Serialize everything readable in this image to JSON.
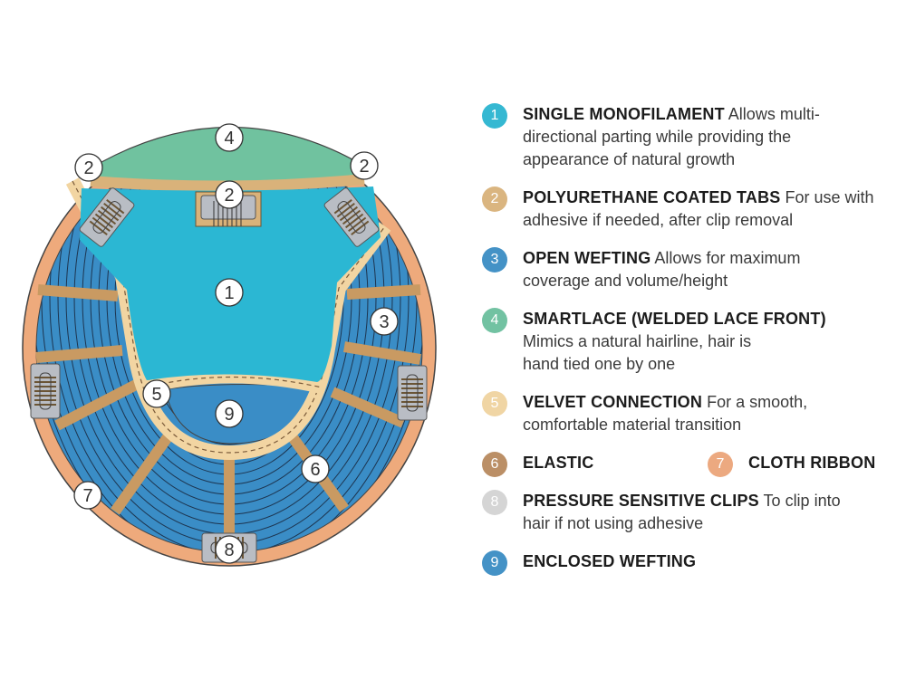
{
  "diagram": {
    "markers": {
      "m1": "1",
      "m2a": "2",
      "m2b": "2",
      "m2c": "2",
      "m3": "3",
      "m4": "4",
      "m5": "5",
      "m6": "6",
      "m7": "7",
      "m8": "8",
      "m9": "9"
    },
    "colors": {
      "monofilament": "#2BB7D3",
      "tabs": "#D9B27A",
      "wefting": "#3A8DC6",
      "lace": "#70C29F",
      "velvet": "#F2D5A2",
      "elastic": "#C99A62",
      "ribbon": "#EEAA7C",
      "clips": "#B9BDC4"
    }
  },
  "legend": [
    {
      "num": "1",
      "color": "#2BB5D0",
      "title": "SINGLE MONOFILAMENT",
      "lines": [
        "Allows multi-",
        "directional parting while providing the",
        "appearance of natural growth"
      ]
    },
    {
      "num": "2",
      "color": "#D9B27A",
      "title": "POLYURETHANE COATED TABS",
      "lines": [
        "For use with",
        "adhesive if needed, after clip removal"
      ]
    },
    {
      "num": "3",
      "color": "#3A8DC4",
      "title": "OPEN WEFTING",
      "lines": [
        "Allows for maximum",
        "coverage and volume/height"
      ]
    },
    {
      "num": "4",
      "color": "#6BBF9E",
      "title": "SMARTLACE (WELDED LACE FRONT)",
      "lines": [
        "",
        "Mimics a natural hairline, hair is",
        "hand tied one by one"
      ]
    },
    {
      "num": "5",
      "color": "#F0D3A0",
      "title": "VELVET CONNECTION",
      "lines": [
        "For a smooth,",
        "comfortable material transition"
      ]
    },
    {
      "num": "6",
      "color": "#B88A5E",
      "title": "ELASTIC",
      "lines": []
    },
    {
      "num": "7",
      "color": "#EBA57A",
      "title": "CLOTH RIBBON",
      "lines": []
    },
    {
      "num": "8",
      "color": "#D3D3D3",
      "title": "PRESSURE SENSITIVE CLIPS",
      "lines": [
        "To clip into",
        "hair if not using adhesive"
      ]
    },
    {
      "num": "9",
      "color": "#3A8DC4",
      "title": "ENCLOSED WEFTING",
      "lines": []
    }
  ]
}
